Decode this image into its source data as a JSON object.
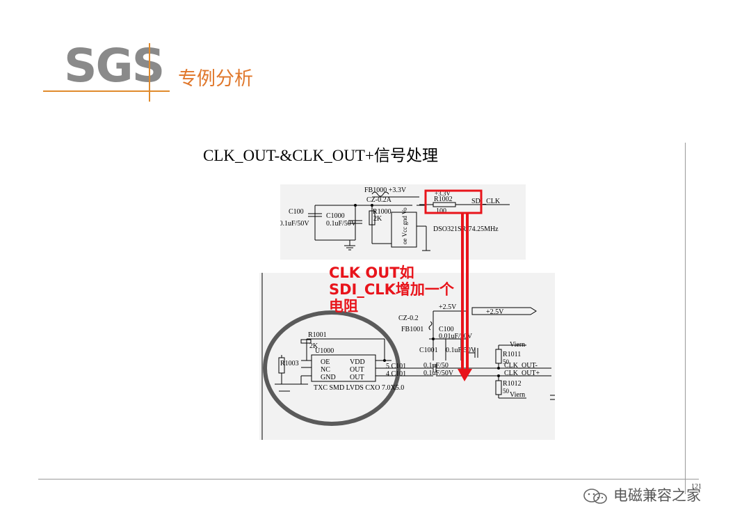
{
  "header": {
    "logo_text": "SGS",
    "section_title": "专例分析",
    "accent_color": "#e0782c",
    "logo_color": "#8a8a8a"
  },
  "slide": {
    "heading": "CLK_OUT-&CLK_OUT+信号处理",
    "page_number": "121"
  },
  "schematic_top": {
    "fb_label": "FB1000 +3.3V",
    "cz_label": "CZ-0.2A",
    "r1000": "R1000",
    "r1000_val": "2K",
    "c100a": "C100",
    "c100a_val": ".0.1uF/50V",
    "c1000": "C1000",
    "c1000_val": "0.1uF/50V",
    "r1002": "R1002",
    "r1002_val": "100",
    "sdi_clk": "SDI_CLK",
    "v33": "+3.3V",
    "chip_pins": "oe Vcc gnd Vo",
    "dso_label": "DSO321SR-74.25MHz"
  },
  "annotation": {
    "line1": "CLK OUT如",
    "line2": "SDI_CLK增加一个",
    "line3": "电阻",
    "color": "#e8141b"
  },
  "schematic_bottom": {
    "r1001": "R1001",
    "r1001_val": "2K",
    "u1000": "U1000",
    "r1003": "R1003",
    "pin_oe": "OE",
    "pin_nc": "NC",
    "pin_gnd": "GND",
    "pin_vdd": "VDD",
    "pin_out1": "OUT",
    "pin_out2": "OUT",
    "chip_desc": "TXC SMD LVDS CXO 7.0X5.0",
    "c1011": "5 C101",
    "c1012": "4 C101",
    "cap_val1": "0.1uF/50",
    "cap_val2": "0.1uF/50V",
    "cz": "CZ-0.2",
    "fb1001": "FB1001",
    "v25": "+2.5V",
    "v25_port": "+2.5V",
    "c100b": "C100",
    "c100b_val": "0.01uF/50V",
    "c1001": "C1001",
    "c1001_val": "0.1uF/50V",
    "r1011": "R1011",
    "r1011_val": "50",
    "r1012": "R1012",
    "r1012_val": "50",
    "viern1": "Viern",
    "viern2": "Viern",
    "clk_out_minus": "CLK_OUT-",
    "clk_out_plus": "CLK_OUT+"
  },
  "watermark": {
    "text": "电磁兼容之家",
    "icon": "wechat-icon"
  }
}
